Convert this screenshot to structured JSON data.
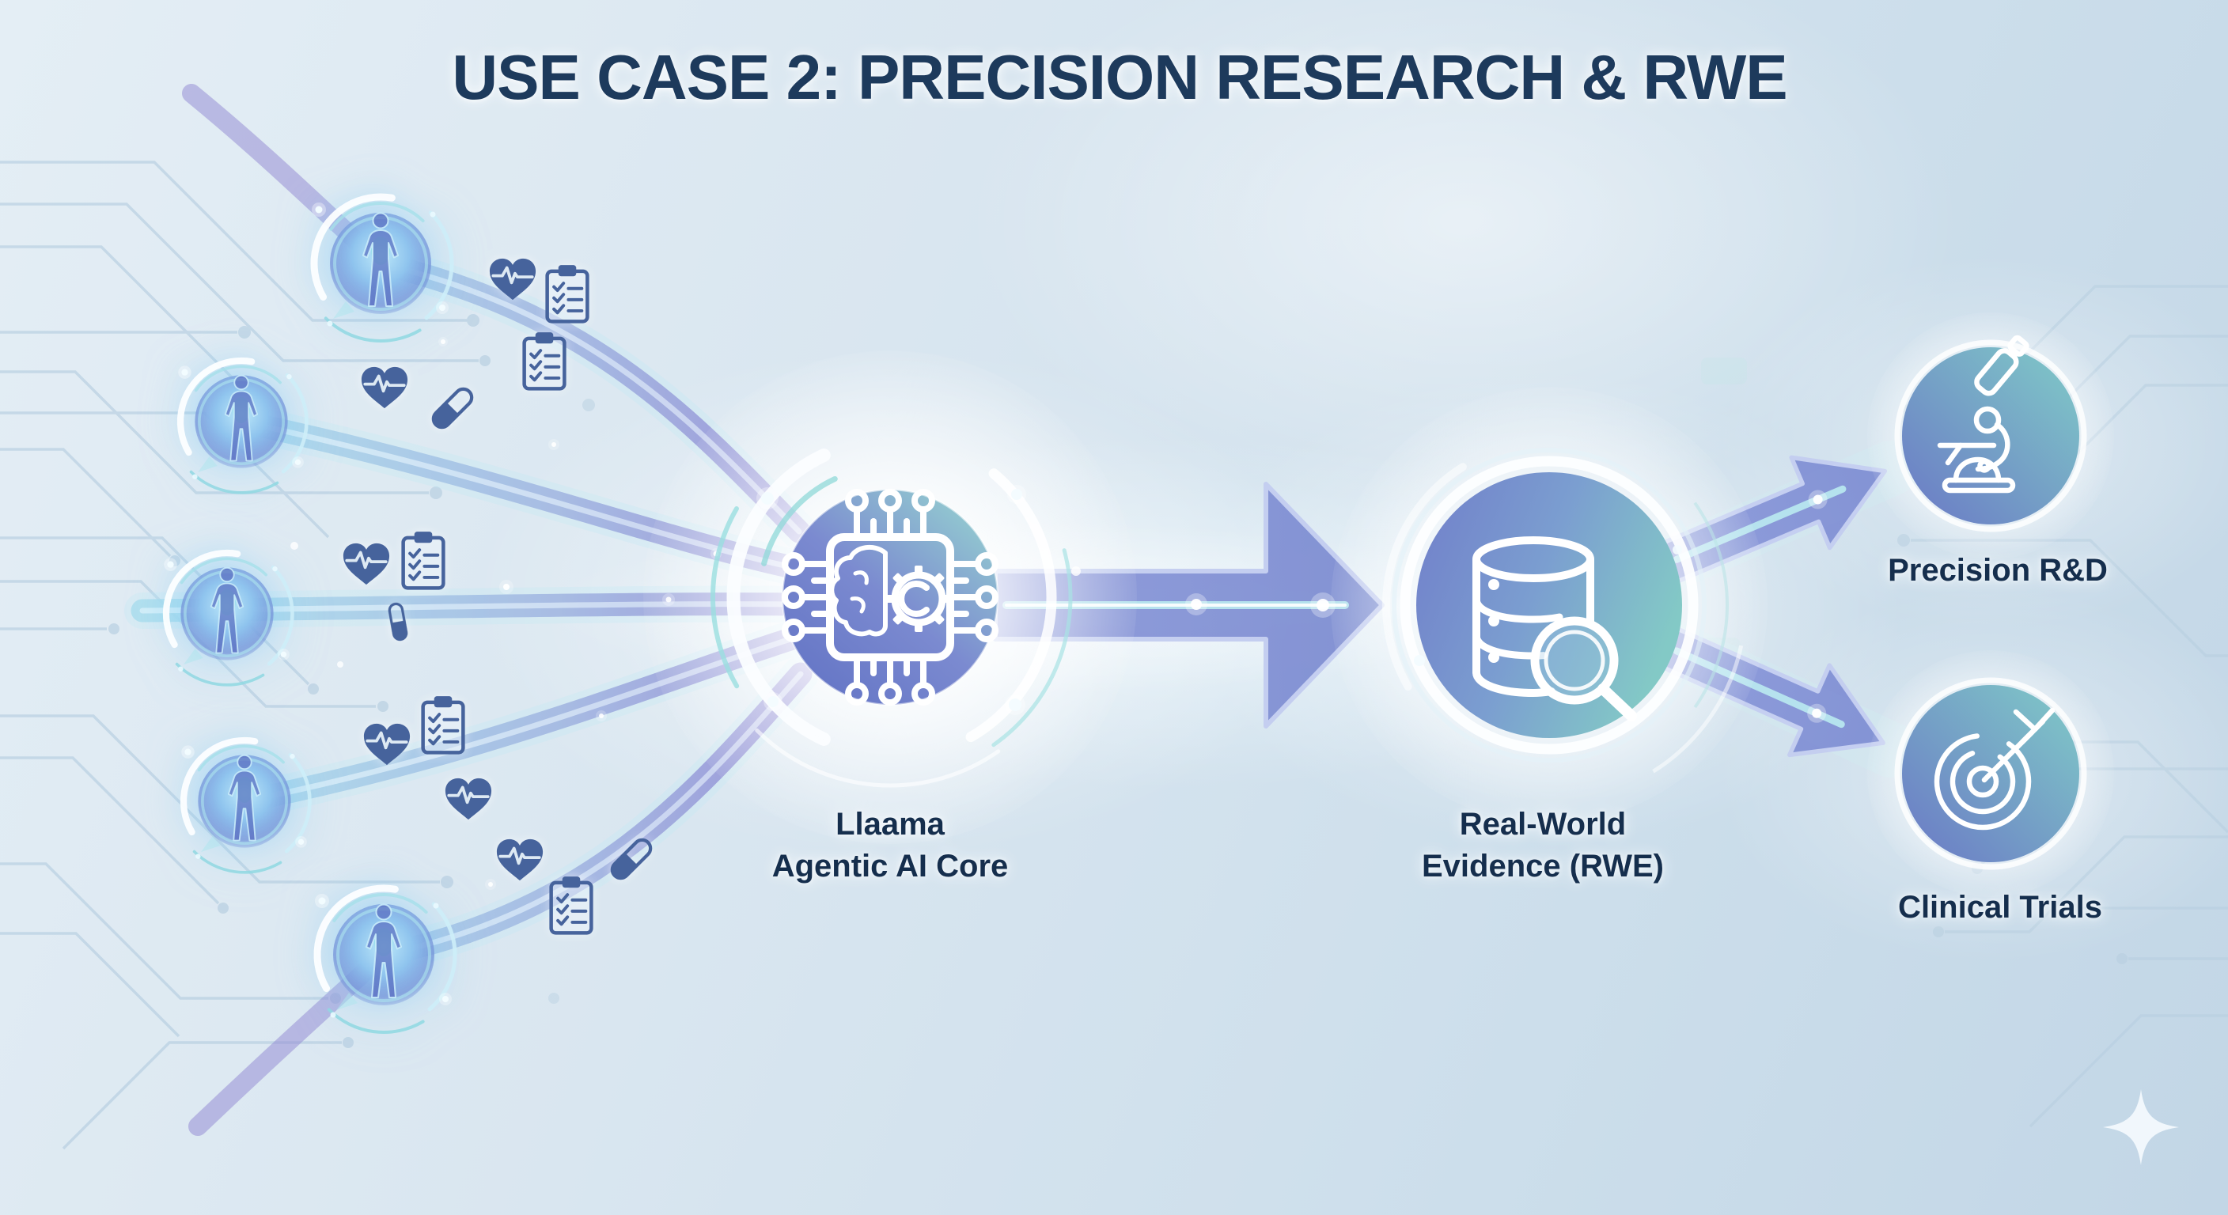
{
  "title": "USE CASE 2: PRECISION RESEARCH & RWE",
  "core": {
    "line1": "Llaama",
    "line2": "Agentic AI Core",
    "icon": "chip-brain-gear-icon"
  },
  "rwe": {
    "line1": "Real-World",
    "line2": "Evidence (RWE)",
    "icon": "database-search-icon"
  },
  "outputs": [
    {
      "label": "Precision R&D",
      "icon": "microscope-icon"
    },
    {
      "label": "Clinical Trials",
      "icon": "target-arrow-icon"
    }
  ],
  "patients": {
    "count": 5,
    "icon": "patient-body-icon"
  },
  "decor_icons": [
    "heart-pulse-icon",
    "clipboard-checklist-icon",
    "pill-capsule-icon",
    "sparkle-icon",
    "circuit-traces"
  ],
  "colors": {
    "background_light": "#e4eef5",
    "background_deep": "#c2d6e6",
    "title_navy": "#1d3a5c",
    "label_navy": "#152e4d",
    "icon_slate": "#46639c",
    "tube_teal": "#a6d8ea",
    "tube_violet": "#9a90d6",
    "arrow_periwinkle": "#8290d4",
    "core_teal": "#96d8cf",
    "core_violet": "#6877c6",
    "glow_white": "#f6fcff"
  }
}
